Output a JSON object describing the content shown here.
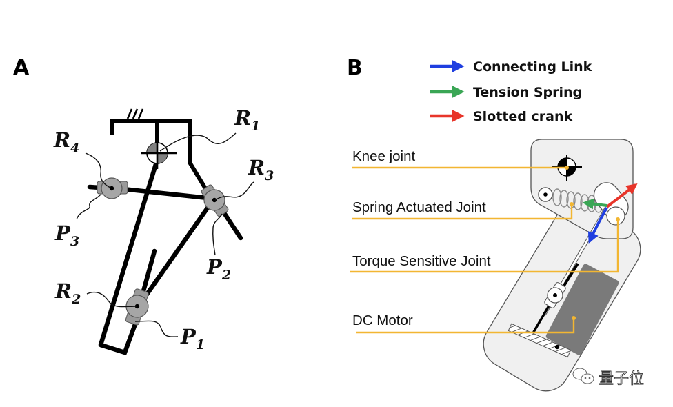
{
  "panels": {
    "a": {
      "label": "A",
      "joints": {
        "r1": {
          "letter": "R",
          "sub": "1"
        },
        "r2": {
          "letter": "R",
          "sub": "2"
        },
        "r3": {
          "letter": "R",
          "sub": "3"
        },
        "r4": {
          "letter": "R",
          "sub": "4"
        },
        "p1": {
          "letter": "P",
          "sub": "1"
        },
        "p2": {
          "letter": "P",
          "sub": "2"
        },
        "p3": {
          "letter": "P",
          "sub": "3"
        }
      }
    },
    "b": {
      "label": "B",
      "legend": [
        {
          "label": "Connecting Link",
          "color": "#1f3fe0"
        },
        {
          "label": "Tension Spring",
          "color": "#3aa655"
        },
        {
          "label": "Slotted crank",
          "color": "#e8352a"
        }
      ],
      "callouts": [
        {
          "label": "Knee joint"
        },
        {
          "label": "Spring Actuated Joint"
        },
        {
          "label": "Torque Sensitive Joint"
        },
        {
          "label": "DC Motor"
        }
      ],
      "callout_color": "#f2b632"
    }
  },
  "watermark": {
    "icon": "wechat-icon",
    "text": "量子位"
  }
}
